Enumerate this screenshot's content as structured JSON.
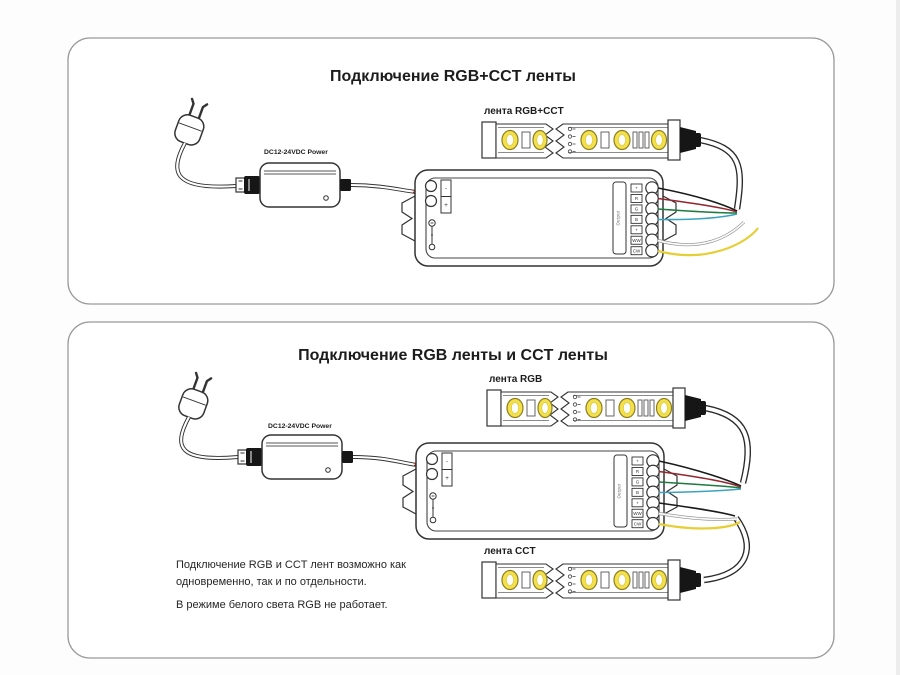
{
  "panel1": {
    "title": "Подключение RGB+CCT ленты",
    "strip_label": "лента RGB+CCT",
    "psu_label": "DC12-24VDC Power"
  },
  "panel2": {
    "title": "Подключение RGB ленты и CCT ленты",
    "strip_rgb_label": "лента RGB",
    "strip_cct_label": "лента CCT",
    "psu_label": "DC12-24VDC Power",
    "note_line1": "Подключение RGB и CCT лент возможно как",
    "note_line2": "одновременно, так и по отдельности.",
    "note_line3": "В режиме белого света RGB не работает."
  },
  "controller": {
    "terminals": [
      "+",
      "R",
      "G",
      "B",
      "+",
      "WW",
      "CW"
    ],
    "input_minus": "-",
    "input_plus": "+",
    "output_label": "Output"
  },
  "colors": {
    "wire_black": "#1a1a1a",
    "wire_red": "#93262e",
    "wire_green": "#1e7a3f",
    "wire_teal": "#3aa3bf",
    "wire_white": "#fafafa",
    "wire_yellow": "#e6cf35",
    "input_wire_red": "#c23b2a",
    "input_wire_brown": "#7a2b20",
    "led_yellow": "#f4e04a"
  }
}
